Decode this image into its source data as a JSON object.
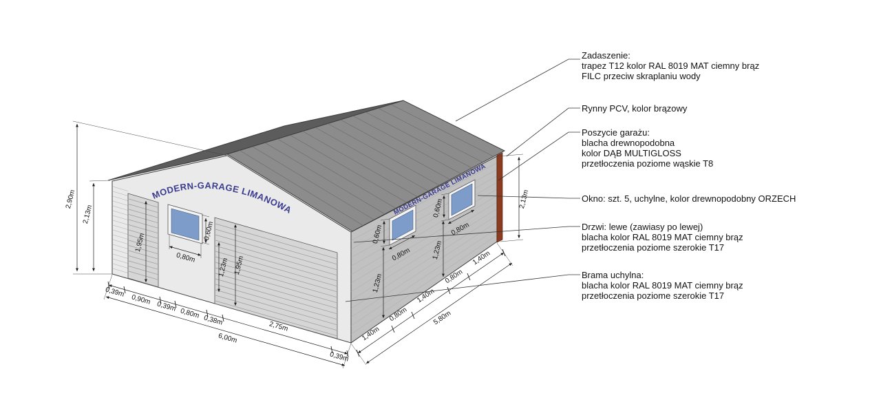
{
  "signs": {
    "front": "MODERN-GARAGE LIMANOWA",
    "side": "MODERN-GARAGE LIMANOWA"
  },
  "colors": {
    "roof": "#8c8c8c",
    "roof_left": "#5c5c5c",
    "front_wall": "#eaeaea",
    "side_wall": "#c1c1c1",
    "panel": "#d6d6d6",
    "glass": "#7d9cc9",
    "frame": "#f4f4f4",
    "downpipe": "#8a3b20",
    "sign_text": "#3b3b8f",
    "dim": "#1a1a1a"
  },
  "dims": {
    "height_total": "2,90m",
    "height_wall_left": "2,13m",
    "door_height": "1,95m",
    "front_window_width": "0,80m",
    "front_window_height": "0,60m",
    "front_sill": "1,23m",
    "gate_height": "1,95m",
    "chain_1": "0,39m",
    "chain_2": "0,90m",
    "chain_3": "0,39m",
    "chain_4": "0,80m",
    "chain_5": "0,38m",
    "gate_width": "2,75m",
    "front_total": "6,00m",
    "front_offset": "0,39m",
    "side_w1_height": "0,60m",
    "side_w1_width": "0,80m",
    "side_w1_sill": "1,23m",
    "side_w2_height": "0,60m",
    "side_w2_width": "0,80m",
    "side_w2_sill": "1,23m",
    "side_chain_1": "1,40m",
    "side_chain_2": "0,80m",
    "side_chain_3": "1,40m",
    "side_chain_4": "0,80m",
    "side_chain_5": "1,40m",
    "side_total": "5,80m",
    "height_wall_right": "2,13m"
  },
  "annotations": [
    {
      "title": "Zadaszenie:",
      "lines": [
        "trapez T12 kolor RAL 8019 MAT ciemny brąz",
        "FILC przeciw skraplaniu wody"
      ]
    },
    {
      "title": "Rynny PCV, kolor brązowy",
      "lines": []
    },
    {
      "title": "Poszycie garażu:",
      "lines": [
        "blacha drewnopodobna",
        "kolor DĄB MULTIGLOSS",
        "przetłoczenia poziome wąskie T8"
      ]
    },
    {
      "title": "Okno: szt. 5, uchylne, kolor drewnopodobny ORZECH",
      "lines": []
    },
    {
      "title": "Drzwi: lewe (zawiasy po lewej)",
      "lines": [
        "blacha kolor RAL 8019 MAT ciemny brąz",
        "przetłoczenia poziome szerokie T17"
      ]
    },
    {
      "title": "Brama uchylna:",
      "lines": [
        "blacha kolor RAL 8019 MAT ciemny brąz",
        "przetłoczenia poziome szerokie T17"
      ]
    }
  ]
}
